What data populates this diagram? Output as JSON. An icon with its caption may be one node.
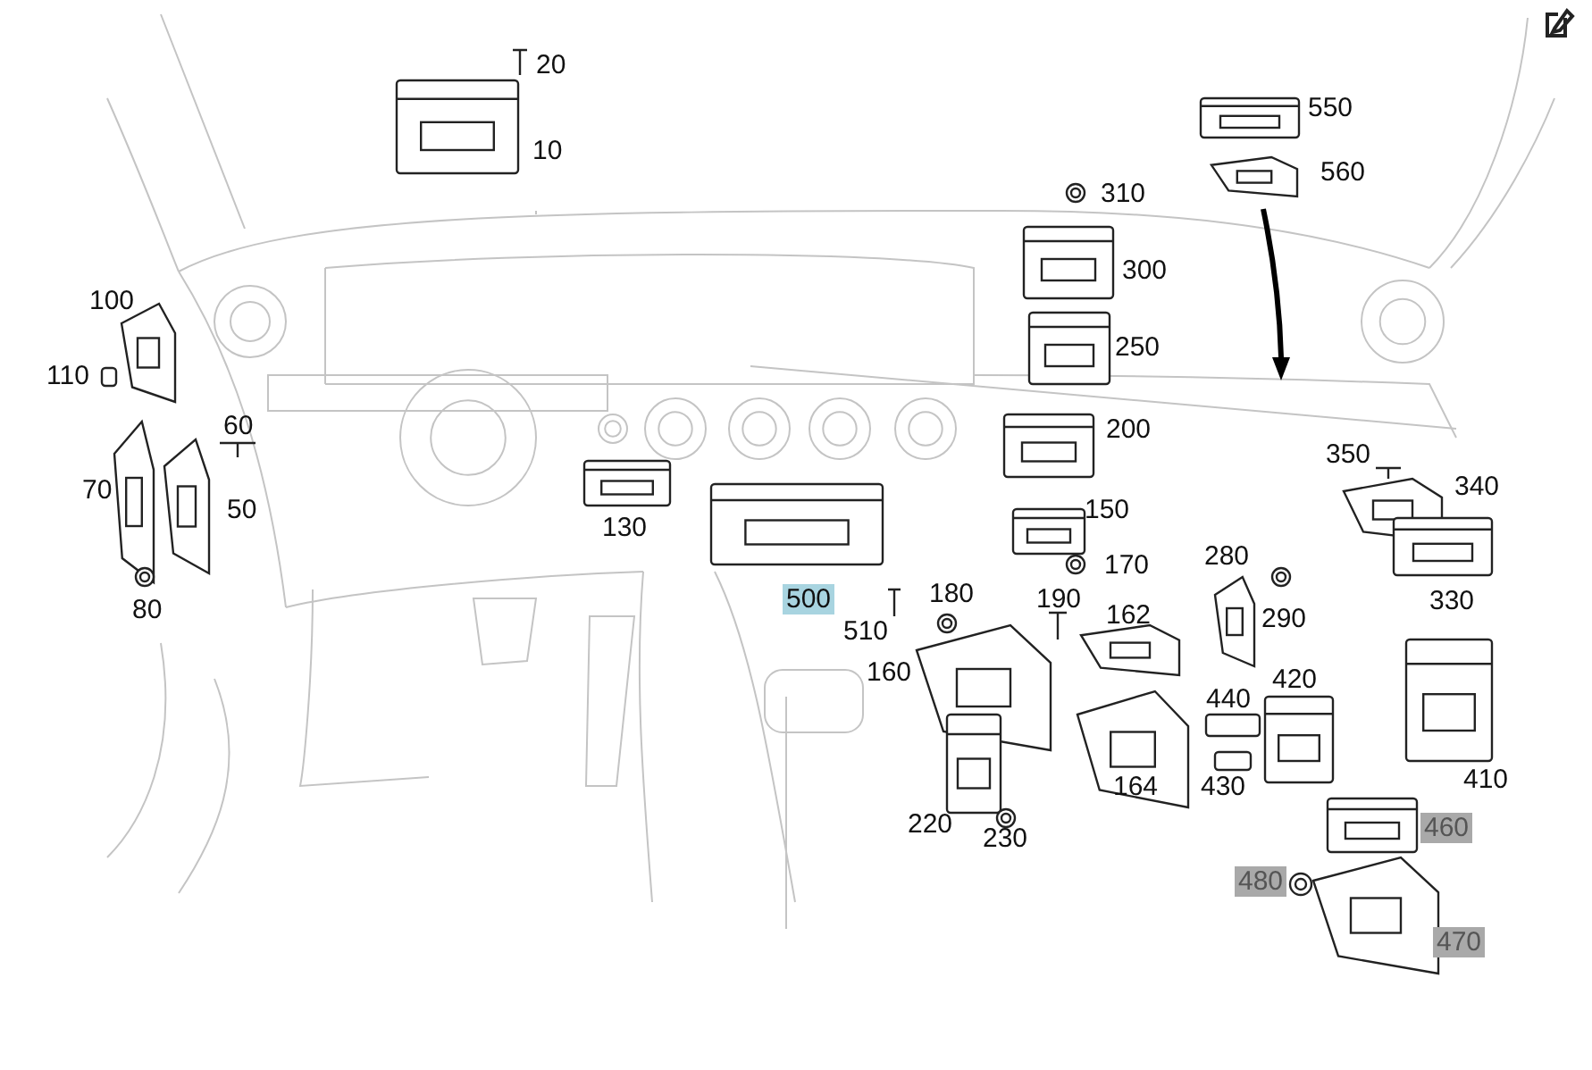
{
  "diagram": {
    "labels": [
      "20",
      "550",
      "10",
      "560",
      "310",
      "300",
      "100",
      "250",
      "110",
      "200",
      "60",
      "350",
      "340",
      "70",
      "50",
      "150",
      "130",
      "280",
      "170",
      "330",
      "500",
      "180",
      "190",
      "80",
      "290",
      "162",
      "510",
      "160",
      "420",
      "440",
      "410",
      "164",
      "430",
      "220",
      "460",
      "230",
      "480",
      "470"
    ]
  }
}
